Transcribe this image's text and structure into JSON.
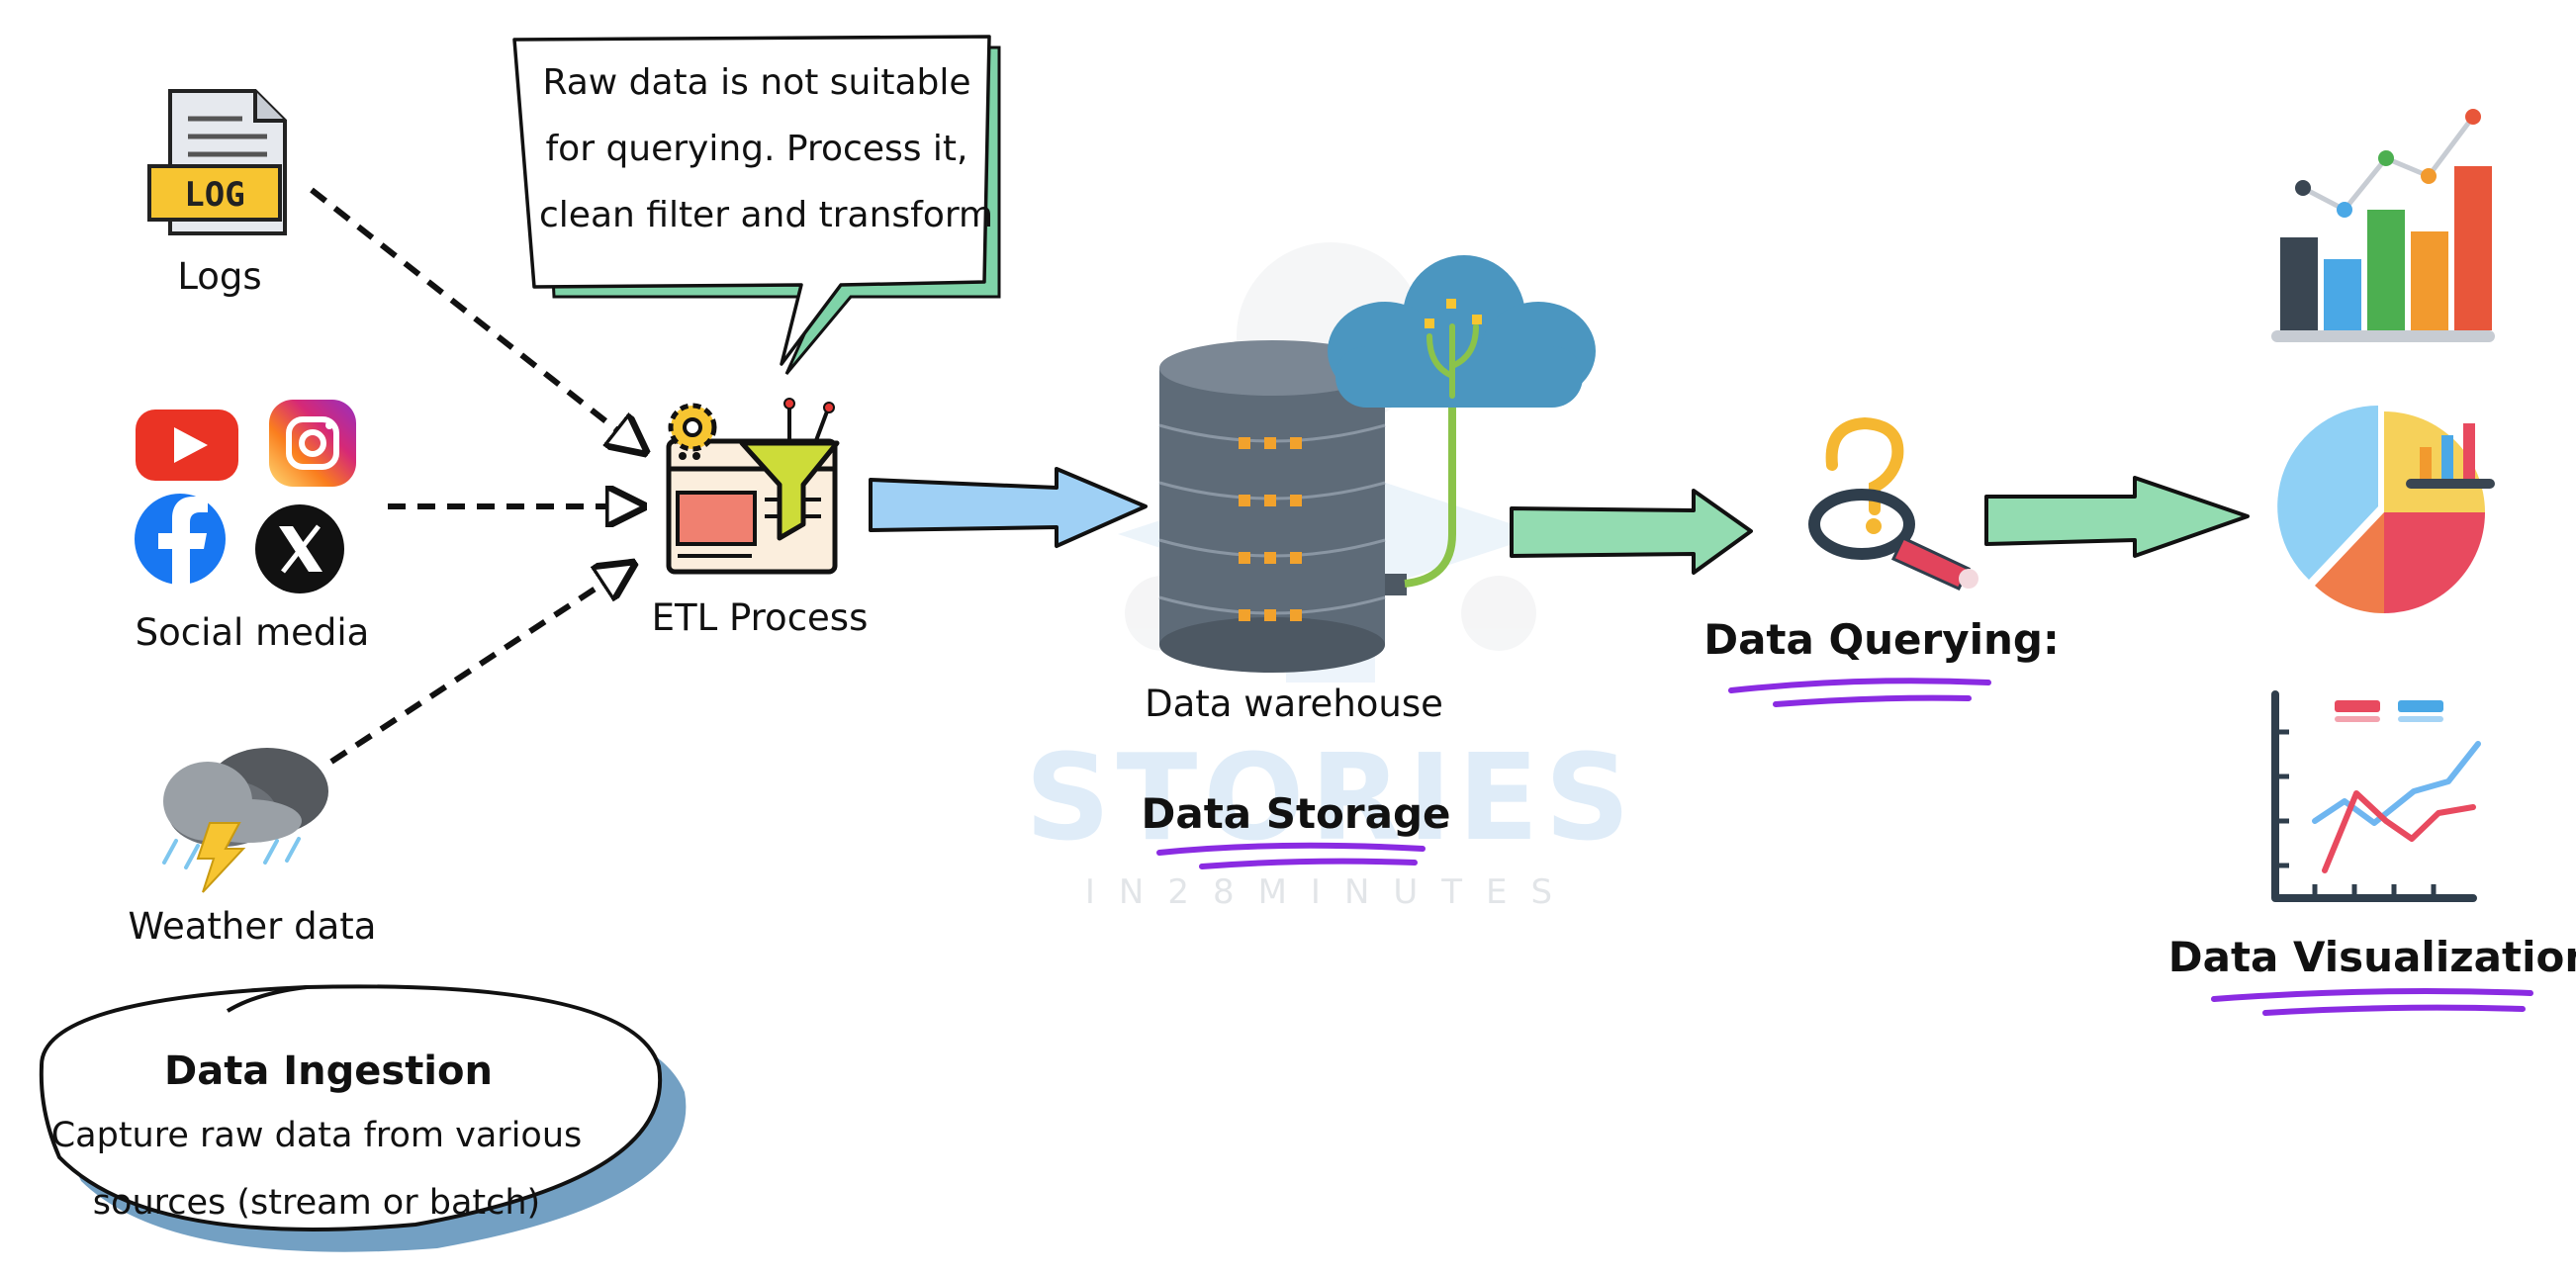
{
  "callout": {
    "lines": [
      "Raw data is not suitable",
      "for querying. Process it,",
      "clean filter and transform"
    ]
  },
  "sources": {
    "logs_label": "Logs",
    "log_badge": "LOG",
    "social_label": "Social media",
    "weather_label": "Weather data"
  },
  "etl": {
    "label": "ETL Process"
  },
  "storage": {
    "warehouse_label": "Data warehouse",
    "title": "Data Storage"
  },
  "querying": {
    "title": "Data Querying:"
  },
  "visualization": {
    "title": "Data Visualization"
  },
  "ingestion": {
    "title": "Data Ingestion",
    "lines": [
      "Capture raw data from various",
      "sources (stream or batch)"
    ]
  },
  "watermark": {
    "main": "STORIES",
    "sub": "IN28MINUTES"
  },
  "colors": {
    "youtube": "#ea3324",
    "facebook": "#1877f2",
    "underline": "#8a2be2",
    "arrow_blue": "#9fd0f5",
    "arrow_green": "#93dcb1",
    "bubble_shadow": "#7fd3a8",
    "ingestion_shadow": "#5b8fb8",
    "cloud": "#4b96c0",
    "server": "#5e6b78"
  }
}
